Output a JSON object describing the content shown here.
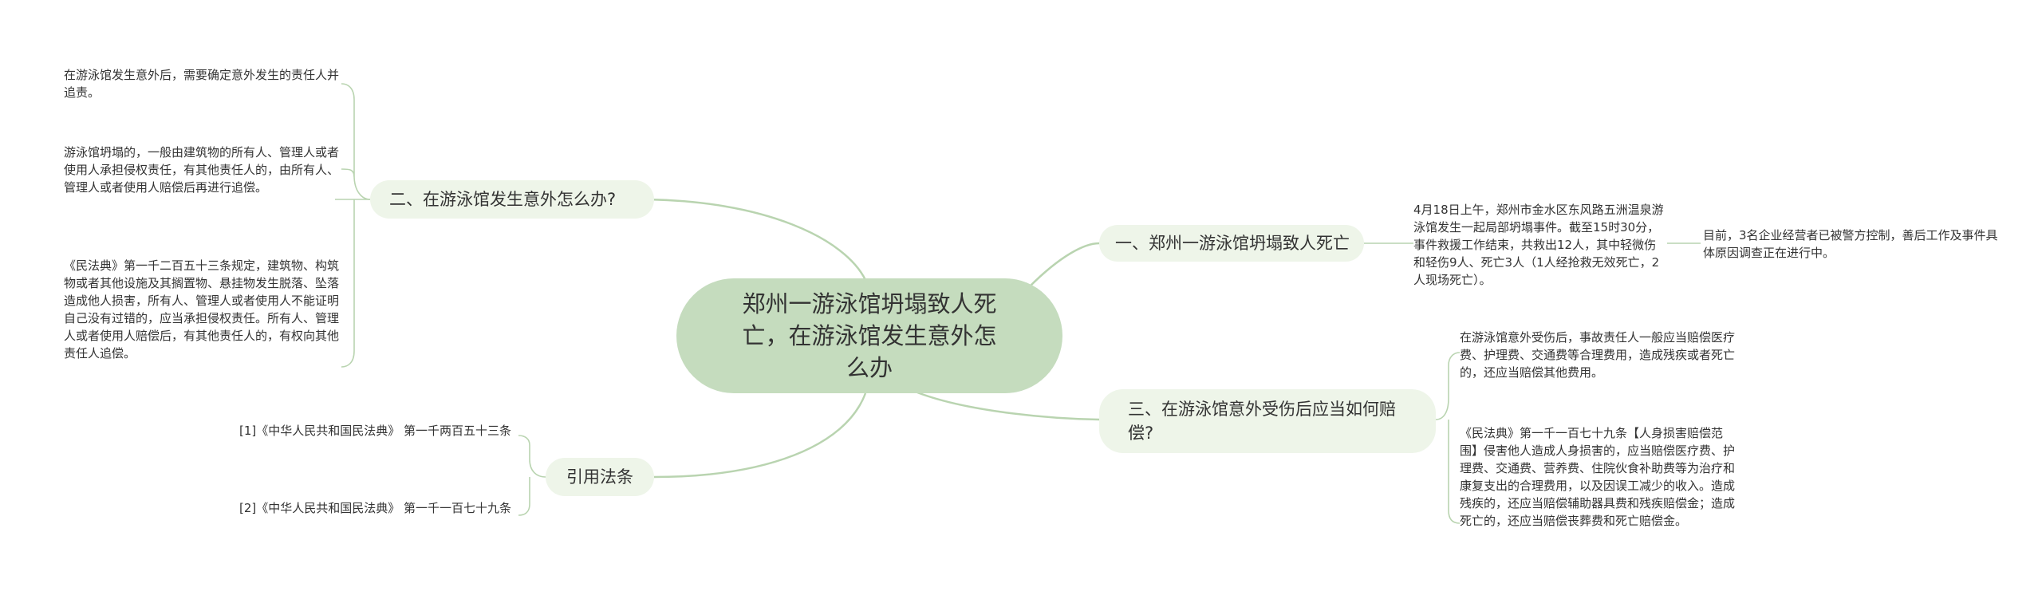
{
  "root": {
    "title": "郑州一游泳馆坍塌致人死亡，在游泳馆发生意外怎么办"
  },
  "branches": {
    "b1": "一、郑州一游泳馆坍塌致人死亡",
    "b2": "二、在游泳馆发生意外怎么办?",
    "b3": "三、在游泳馆意外受伤后应当如何赔偿?",
    "b4": "引用法条"
  },
  "leaves": {
    "b1_1": "4月18日上午，郑州市金水区东风路五洲温泉游泳馆发生一起局部坍塌事件。截至15时30分，事件救援工作结束，共救出12人，其中轻微伤和轻伤9人、死亡3人（1人经抢救无效死亡，2人现场死亡）。",
    "b1_1_1": "目前，3名企业经营者已被警方控制，善后工作及事件具体原因调查正在进行中。",
    "b2_1": "在游泳馆发生意外后，需要确定意外发生的责任人并追责。",
    "b2_2": "游泳馆坍塌的，一般由建筑物的所有人、管理人或者使用人承担侵权责任，有其他责任人的，由所有人、管理人或者使用人赔偿后再进行追偿。",
    "b2_3": "《民法典》第一千二百五十三条规定，建筑物、构筑物或者其他设施及其搁置物、悬挂物发生脱落、坠落造成他人损害，所有人、管理人或者使用人不能证明自己没有过错的，应当承担侵权责任。所有人、管理人或者使用人赔偿后，有其他责任人的，有权向其他责任人追偿。",
    "b3_1": "在游泳馆意外受伤后，事故责任人一般应当赔偿医疗费、护理费、交通费等合理费用，造成残疾或者死亡的，还应当赔偿其他费用。",
    "b3_2": "《民法典》第一千一百七十九条【人身损害赔偿范围】侵害他人造成人身损害的，应当赔偿医疗费、护理费、交通费、营养费、住院伙食补助费等为治疗和康复支出的合理费用，以及因误工减少的收入。造成残疾的，还应当赔偿辅助器具费和残疾赔偿金；造成死亡的，还应当赔偿丧葬费和死亡赔偿金。",
    "b4_1": "[1]《中华人民共和国民法典》 第一千两百五十三条",
    "b4_2": "[2]《中华人民共和国民法典》 第一千一百七十九条"
  },
  "colors": {
    "root_fill": "#c5dcbe",
    "branch_fill": "#eef5e9",
    "line": "#b9d4b0",
    "text": "#333333"
  }
}
